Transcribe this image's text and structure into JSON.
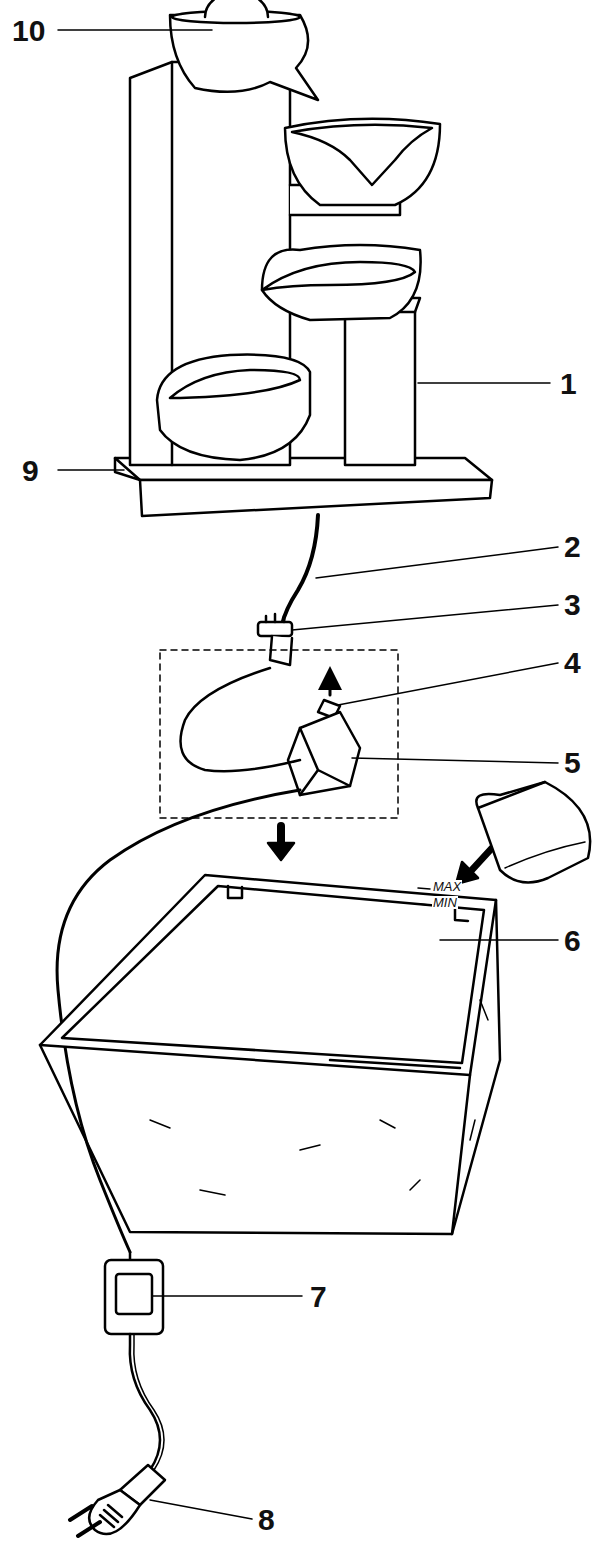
{
  "diagram": {
    "labels": [
      "10",
      "1",
      "9",
      "2",
      "3",
      "4",
      "5",
      "MAX",
      "MIN",
      "6",
      "7",
      "8"
    ]
  }
}
